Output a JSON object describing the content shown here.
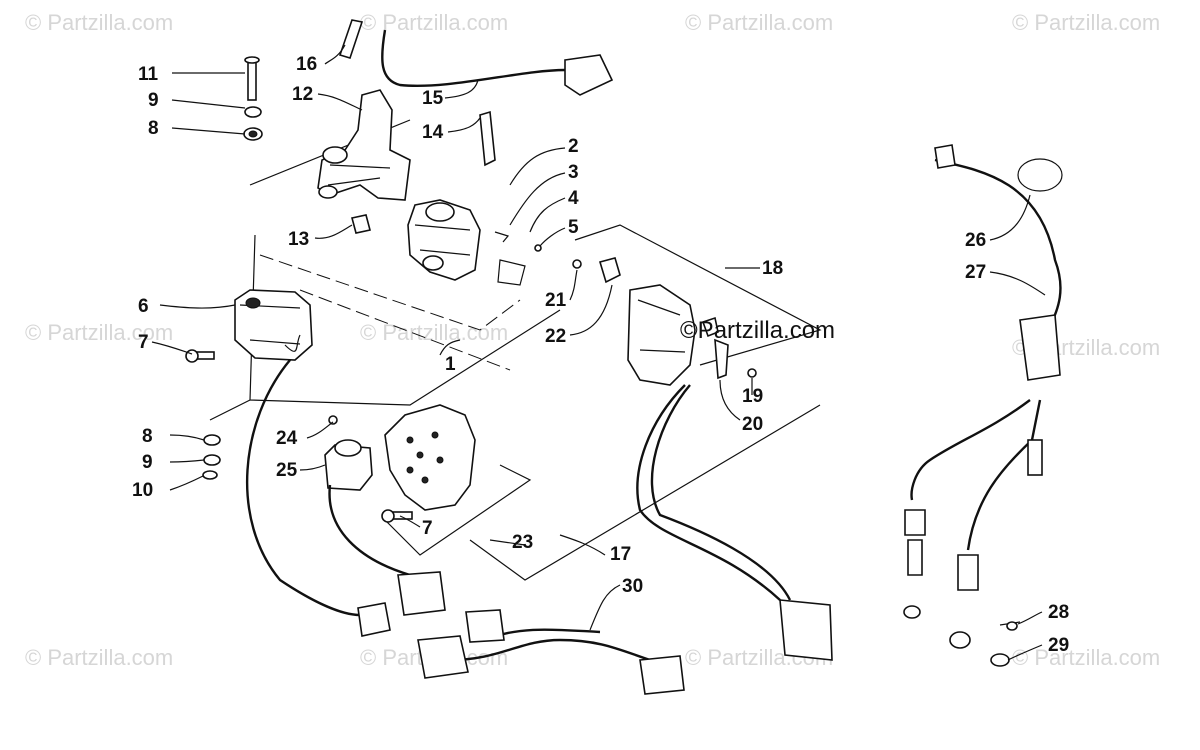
{
  "watermarks": {
    "brand": "© Partzilla.com",
    "main": "©Partzilla.com"
  },
  "callouts": {
    "c1": "1",
    "c2": "2",
    "c3": "3",
    "c4": "4",
    "c5": "5",
    "c6": "6",
    "c7a": "7",
    "c7b": "7",
    "c8a": "8",
    "c8b": "8",
    "c9a": "9",
    "c9b": "9",
    "c10": "10",
    "c11": "11",
    "c12": "12",
    "c13": "13",
    "c14": "14",
    "c15": "15",
    "c16": "16",
    "c17": "17",
    "c18": "18",
    "c19": "19",
    "c20": "20",
    "c21": "21",
    "c22": "22",
    "c23": "23",
    "c24": "24",
    "c25": "25",
    "c26": "26",
    "c27": "27",
    "c28": "28",
    "c29": "29",
    "c30": "30"
  },
  "colors": {
    "ink": "#111111",
    "watermark": "#d6d6d6",
    "background": "#ffffff"
  }
}
